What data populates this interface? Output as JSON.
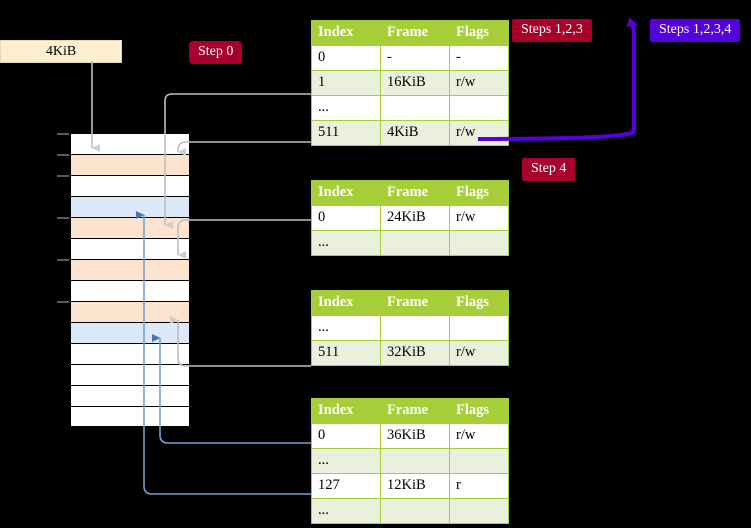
{
  "diagram": {
    "title_hidden": "",
    "kib_box": {
      "label": "4KiB"
    },
    "labels": {
      "step0": "Step 0",
      "steps123": "Steps 1,2,3",
      "steps1234": "Steps 1,2,3,4",
      "step4": "Step 4"
    },
    "colors": {
      "crimson": "#A8002B",
      "purple": "#5500DD",
      "table_header_green": "#A6CE39",
      "table_alt_row": "#EBF0DC",
      "highlight_yellow": "#FAF7A0",
      "mem_peach": "#FCE3CD",
      "mem_blue": "#DCE9F8",
      "kib_cream": "#FCEFD2",
      "gray_wire": "#BFBFBF",
      "blue_wire": "#7BA0CC"
    },
    "memory_column": {
      "rows": [
        {
          "fill": "white"
        },
        {
          "fill": "peach"
        },
        {
          "fill": "white"
        },
        {
          "fill": "blue"
        },
        {
          "fill": "peach"
        },
        {
          "fill": "white"
        },
        {
          "fill": "peach"
        },
        {
          "fill": "white"
        },
        {
          "fill": "peach"
        },
        {
          "fill": "blue"
        },
        {
          "fill": "white"
        },
        {
          "fill": "white"
        },
        {
          "fill": "white"
        },
        {
          "fill": "white"
        }
      ],
      "tick_rows": [
        0,
        1,
        2,
        4,
        6,
        8
      ]
    },
    "tables": [
      {
        "name": "page-table-level-0",
        "columns": [
          "Index",
          "Frame",
          "Flags"
        ],
        "rows": [
          {
            "cells": [
              "0",
              "-",
              "-"
            ],
            "alt": false,
            "highlight": false
          },
          {
            "cells": [
              "1",
              "16KiB",
              "r/w"
            ],
            "alt": true,
            "highlight": false
          },
          {
            "cells": [
              "...",
              "",
              ""
            ],
            "alt": false,
            "highlight": false
          },
          {
            "cells": [
              "511",
              "4KiB",
              "r/w"
            ],
            "alt": true,
            "highlight": true
          }
        ]
      },
      {
        "name": "page-table-level-1",
        "columns": [
          "Index",
          "Frame",
          "Flags"
        ],
        "rows": [
          {
            "cells": [
              "0",
              "24KiB",
              "r/w"
            ],
            "alt": false,
            "highlight": false
          },
          {
            "cells": [
              "...",
              "",
              ""
            ],
            "alt": true,
            "highlight": false
          }
        ]
      },
      {
        "name": "page-table-level-2",
        "columns": [
          "Index",
          "Frame",
          "Flags"
        ],
        "rows": [
          {
            "cells": [
              "...",
              "",
              ""
            ],
            "alt": false,
            "highlight": false
          },
          {
            "cells": [
              "511",
              "32KiB",
              "r/w"
            ],
            "alt": true,
            "highlight": false
          }
        ]
      },
      {
        "name": "page-table-level-3",
        "columns": [
          "Index",
          "Frame",
          "Flags"
        ],
        "rows": [
          {
            "cells": [
              "0",
              "36KiB",
              "r/w"
            ],
            "alt": false,
            "highlight": false
          },
          {
            "cells": [
              "...",
              "",
              ""
            ],
            "alt": true,
            "highlight": false
          },
          {
            "cells": [
              "127",
              "12KiB",
              "r"
            ],
            "alt": false,
            "highlight": false
          },
          {
            "cells": [
              "...",
              "",
              ""
            ],
            "alt": true,
            "highlight": false
          }
        ]
      }
    ]
  }
}
